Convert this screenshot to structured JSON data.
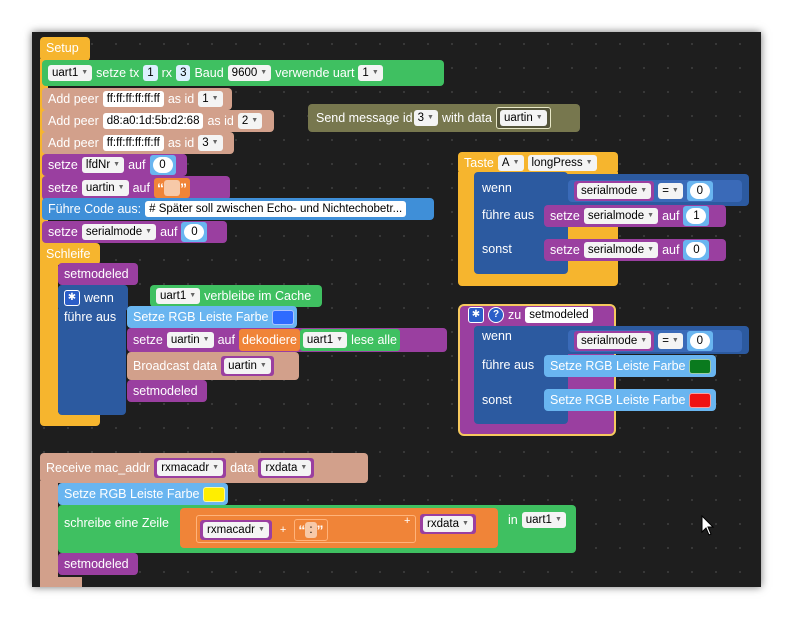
{
  "colors": {
    "workspace_bg": "#1e1e1e",
    "event_yellow": "#f6b52e",
    "uart_green": "#3fc061",
    "peer_salmon": "#d2a08b",
    "var_purple": "#9a3fa0",
    "logic_navy": "#2c5aa0",
    "rgb_lightblue": "#69b5f0",
    "text_orange": "#f08438",
    "send_olive": "#77774e"
  },
  "setup": {
    "hat_label": "Setup",
    "uart_var": "uart1",
    "setze_tx": "setze tx",
    "tx_value": "1",
    "rx_label": "rx",
    "rx_value": "3",
    "baud_label": "Baud",
    "baud_value": "9600",
    "verwende_uart": "verwende uart",
    "uart_num": "1",
    "peers": [
      {
        "label": "Add peer",
        "addr": "ff:ff:ff:ff:ff:ff",
        "as_id": "as id",
        "id": "1"
      },
      {
        "label": "Add peer",
        "addr": "d8:a0:1d:5b:d2:68",
        "as_id": "as id",
        "id": "2"
      },
      {
        "label": "Add peer",
        "addr": "ff:ff:ff:ff:ff:ff",
        "as_id": "as id",
        "id": "3"
      }
    ],
    "setze": "setze",
    "auf": "auf",
    "lfdnr_var": "lfdNr",
    "lfdnr_value": "0",
    "uartin_var": "uartin",
    "empty_text": "",
    "code_label": "Führe Code aus:",
    "code_value": "# Später soll zwischen Echo- und Nichtechobetr...",
    "serialmode_var": "serialmode",
    "serialmode_value": "0"
  },
  "loop": {
    "hat_label": "Schleife",
    "call_label": "setmodeled",
    "wenn": "wenn",
    "fuehre_aus": "führe aus",
    "uart_var": "uart1",
    "verbleibe": "verbleibe im Cache",
    "rgb_label": "Setze RGB Leiste Farbe",
    "rgb_color": "#2f6bff",
    "setze": "setze",
    "uartin_var": "uartin",
    "auf": "auf",
    "dekodiere": "dekodiere",
    "lese_alle": "lese alle",
    "broadcast_label": "Broadcast data",
    "broadcast_var": "uartin",
    "call_label2": "setmodeled"
  },
  "send": {
    "label": "Send message id",
    "id_value": "3",
    "with_data": "with data",
    "data_var": "uartin"
  },
  "taste": {
    "label": "Taste",
    "button": "A",
    "press": "longPress",
    "wenn": "wenn",
    "var": "serialmode",
    "op": "=",
    "cmp_value": "0",
    "fuehre_aus": "führe aus",
    "setze": "setze",
    "auf": "auf",
    "then_value": "1",
    "sonst": "sonst",
    "else_value": "0"
  },
  "func": {
    "zu": "zu",
    "name": "setmodeled",
    "wenn": "wenn",
    "var": "serialmode",
    "op": "=",
    "cmp_value": "0",
    "fuehre_aus": "führe aus",
    "rgb_label": "Setze RGB Leiste Farbe",
    "then_color": "#0a7a1e",
    "sonst": "sonst",
    "else_color": "#ee1111"
  },
  "receive": {
    "label": "Receive mac_addr",
    "mac_var": "rxmacadr",
    "data_label": "data",
    "data_var": "rxdata",
    "rgb_label": "Setze RGB Leiste Farbe",
    "rgb_color": "#ffee00",
    "schreibe": "schreibe eine Zeile",
    "plus1": "+",
    "colon_text": ":",
    "plus2": "+",
    "in_label": "in",
    "uart_var": "uart1",
    "call_label": "setmodeled"
  },
  "icons": {
    "gear": "gear-icon",
    "help": "help-icon",
    "dropdown": "dropdown-arrow-icon",
    "cursor": "mouse-cursor-icon"
  }
}
